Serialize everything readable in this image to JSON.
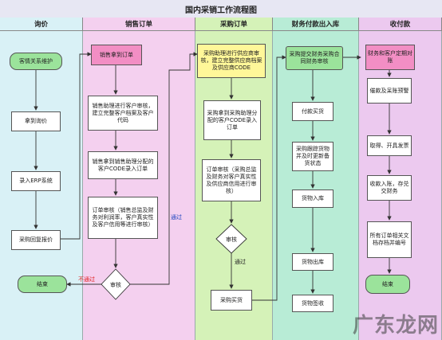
{
  "title": "国内采销工作流程图",
  "lanes": [
    {
      "label": "询价",
      "color": "#d9f1f6"
    },
    {
      "label": "销售订单",
      "color": "#f4d0ef"
    },
    {
      "label": "采购订单",
      "color": "#d5f2b8"
    },
    {
      "label": "财务付款出入库",
      "color": "#b8ecd6"
    },
    {
      "label": "收付款",
      "color": "#ecc9ef"
    }
  ],
  "nodes": {
    "customer_maintain": "客情关系维护",
    "get_inquiry": "拿到询价",
    "enter_erp": "录入ERP系统",
    "purchase_quote": "采购回复报价",
    "end_left": "结束",
    "sales_get_order": "销售拿到订单",
    "sales_assist": "销售助理进行客户审核，建立完整客户档案及客户代码",
    "sales_assign": "销售拿到销售助理分配的客户CODE录入订单",
    "order_review_sales": "订单审核（销售总监及财务对利润率，客户真实性及客户信用等进行审核）",
    "review_sales": "审核",
    "purchase_assist": "采购助理进行供应商审核，建立完整供应商档案及供应商CODE",
    "purchase_code": "采购拿到采购助理分配的客户CODE录入订单",
    "order_review_purchase": "订单审核（采购总监及财务对客户真实性及供应商信用进行审核）",
    "review_purchase": "审核",
    "purchase_goods": "采购买货",
    "submit_finance": "采购提交财务采购合同财务审核",
    "pay_goods": "付款买货",
    "track_goods": "采购跟踪货物并及时更新备货状态",
    "goods_in": "货物入库",
    "goods_out": "货物出库",
    "goods_sign": "货物签收",
    "finance_period": "财务和客户定期对账",
    "collect_warning": "催款及呆账预警",
    "get_invoice": "取得、开具发票",
    "receive_finance": "收款入账，存兑交财务",
    "archive": "所有订单相关文档存档并编号",
    "end_right": "结束"
  },
  "edge_labels": {
    "fail": "不通过",
    "pass_sales": "通过",
    "pass_purchase": "通过"
  },
  "watermark": "广东龙网"
}
